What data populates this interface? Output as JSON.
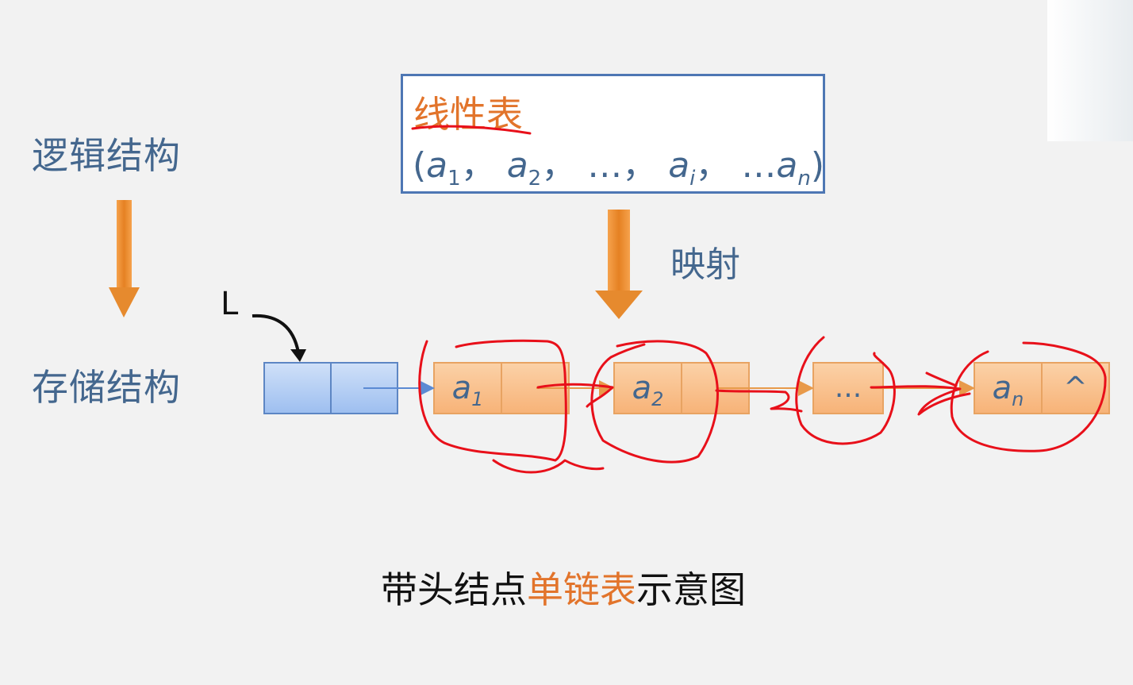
{
  "logical_label": "逻辑结构",
  "storage_label": "存储结构",
  "box": {
    "title": "线性表",
    "seq_open": "(",
    "a": "a",
    "s1": "1",
    "s2": "2",
    "si": "i",
    "sn": "n",
    "sep": "，",
    "ellipsis": "…",
    "ellipsis2": "…",
    "seq_close": ")"
  },
  "mapping_label": "映射",
  "head_pointer": "L",
  "nodes": [
    {
      "a": "a",
      "sub": "1"
    },
    {
      "a": "a",
      "sub": "2"
    },
    {
      "text": "..."
    },
    {
      "a": "a",
      "sub": "n",
      "null_mark": "^"
    }
  ],
  "caption": {
    "part1": "带头结点",
    "part2": "单链表",
    "part3": "示意图"
  },
  "colors": {
    "accent": "#e2742b",
    "text_blue": "#44678e",
    "box_border": "#4e77b4",
    "ink": "#e8101a"
  }
}
